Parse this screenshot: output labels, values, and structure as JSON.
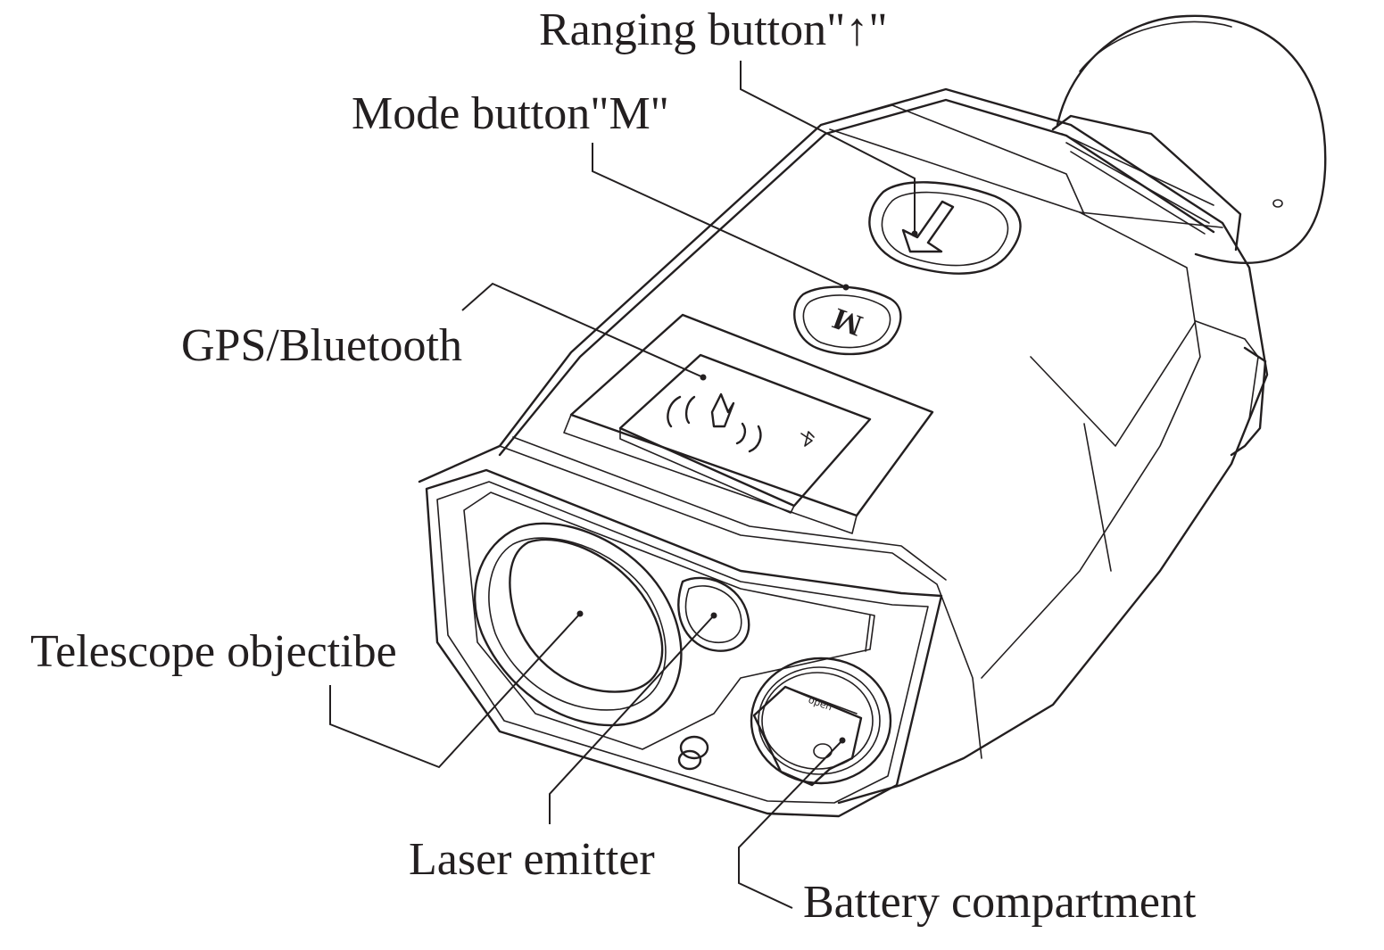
{
  "labels": {
    "ranging_button": "Ranging button\"↑\"",
    "mode_button": "Mode button\"M\"",
    "gps_bluetooth": "GPS/Bluetooth",
    "telescope_objective": "Telescope objectibe",
    "laser_emitter": "Laser emitter",
    "battery_compartment": "Battery compartment"
  },
  "device_marks": {
    "mode_key_letter": "M",
    "battery_cap_text": "open"
  },
  "icons": [
    "up-arrow-icon",
    "gps-signal-icon",
    "bluetooth-icon"
  ],
  "colors": {
    "ink": "#231f20",
    "background": "#ffffff"
  }
}
